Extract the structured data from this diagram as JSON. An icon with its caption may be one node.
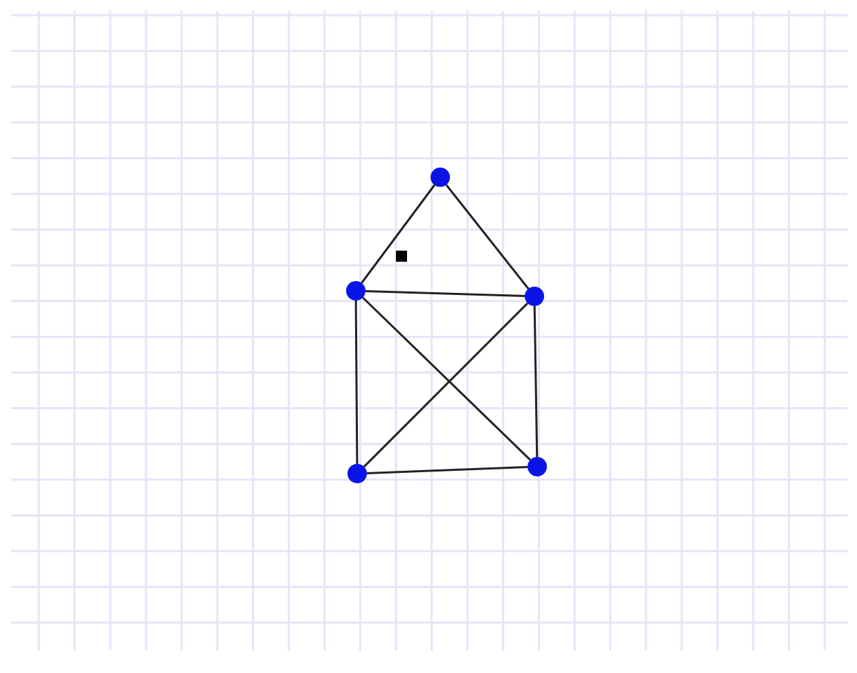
{
  "diagram": {
    "nodes": [
      {
        "text": [],
        "shape": "circle"
      },
      {
        "text": [],
        "shape": "circle"
      },
      {
        "text": [],
        "shape": "circle"
      },
      {
        "text": [],
        "shape": "circle"
      },
      {
        "text": [],
        "shape": "circle"
      }
    ],
    "edges": [
      {
        "from": 0,
        "to": 1,
        "arrow": "none"
      },
      {
        "from": 0,
        "to": 2,
        "arrow": "none"
      },
      {
        "from": 1,
        "to": 2,
        "arrow": "none"
      },
      {
        "from": 1,
        "to": 3,
        "arrow": "none"
      },
      {
        "from": 2,
        "to": 4,
        "arrow": "none"
      },
      {
        "from": 3,
        "to": 4,
        "arrow": "none"
      },
      {
        "from": 1,
        "to": 4,
        "arrow": "none"
      },
      {
        "from": 2,
        "to": 3,
        "arrow": "none"
      }
    ]
  }
}
